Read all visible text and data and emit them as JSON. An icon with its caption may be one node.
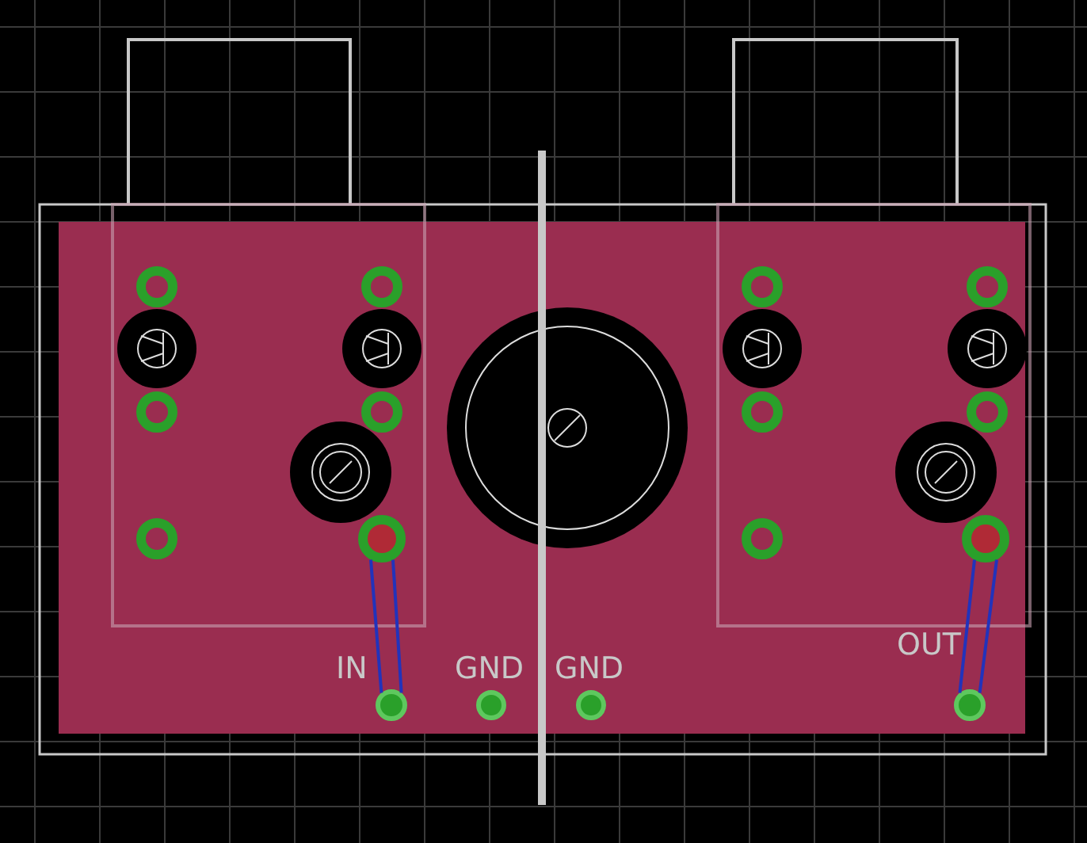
{
  "diagram": {
    "nodes": [
      {
        "text": [],
        "shape": "circle"
      },
      {
        "text": [],
        "shape": "circle"
      },
      {
        "text": [],
        "shape": "circle"
      },
      {
        "text": [],
        "shape": "circle"
      }
    ],
    "edges": [
      {
        "from": 0,
        "to": 1,
        "arrow": "none",
        "color": "#2233bb"
      },
      {
        "from": 0,
        "to": 1,
        "arrow": "none",
        "color": "#2233bb"
      },
      {
        "from": 2,
        "to": 3,
        "arrow": "none",
        "color": "#2233bb"
      },
      {
        "from": 2,
        "to": 3,
        "arrow": "none",
        "color": "#2233bb"
      }
    ],
    "labels": [
      "IN",
      "GND",
      "GND",
      "OUT"
    ]
  }
}
